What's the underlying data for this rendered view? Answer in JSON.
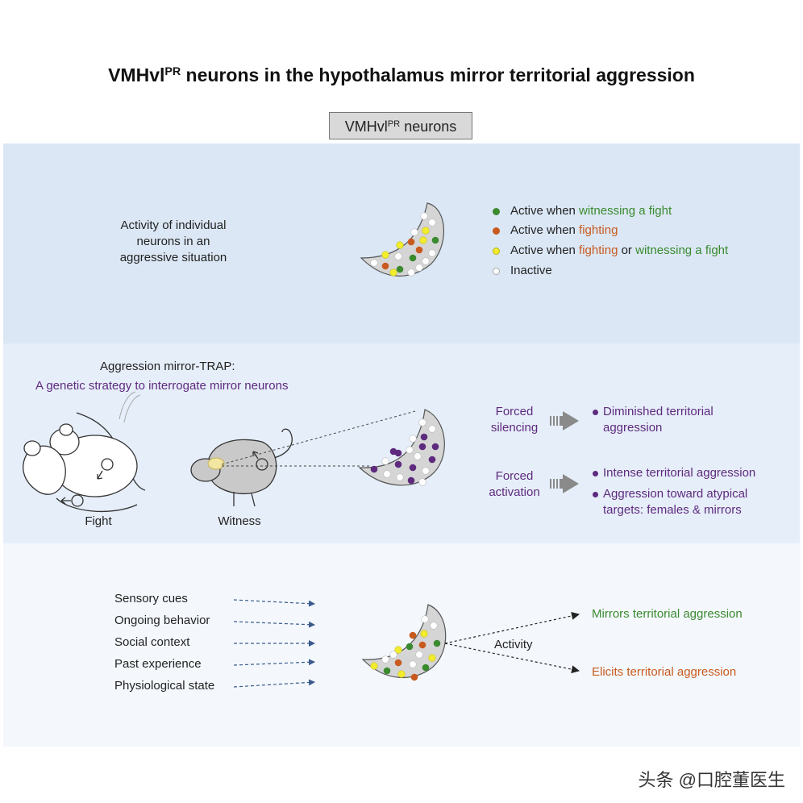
{
  "title": {
    "main": "VMHvl",
    "sup": "PR",
    "rest": " neurons in the hypothalamus mirror territorial aggression"
  },
  "header_box": {
    "main": "VMHvl",
    "sup": "PR",
    "rest": " neurons"
  },
  "panel1": {
    "description": [
      "Activity of individual",
      "neurons in an",
      "aggressive situation"
    ],
    "legend": {
      "green_prefix": "Active when ",
      "green_highlight": "witnessing a fight",
      "orange_prefix": "Active when ",
      "orange_highlight": "fighting",
      "yellow_prefix": "Active when ",
      "yellow_highlight_1": "fighting",
      "yellow_or": " or ",
      "yellow_highlight_2": "witnessing a fight",
      "inactive": "Inactive"
    }
  },
  "panel2": {
    "heading": "Aggression mirror-TRAP:",
    "subheading": "A genetic strategy to interrogate mirror neurons",
    "fight_label": "Fight",
    "witness_label": "Witness",
    "silencing_label": [
      "Forced",
      "silencing"
    ],
    "silencing_outcome": [
      "Diminished territorial",
      "aggression"
    ],
    "activation_label": [
      "Forced",
      "activation"
    ],
    "activation_outcome_1": "Intense territorial aggression",
    "activation_outcome_2": [
      "Aggression toward atypical",
      "targets: females & mirrors"
    ]
  },
  "panel3": {
    "inputs": [
      "Sensory cues",
      "Ongoing behavior",
      "Social context",
      "Past experience",
      "Physiological state"
    ],
    "activity_label": "Activity",
    "output_mirrors": "Mirrors territorial aggression",
    "output_elicits": "Elicits territorial aggression"
  },
  "watermark": "头条 @口腔董医生",
  "colors": {
    "green": "#3a8a2e",
    "orange": "#c85a1e",
    "yellow": "#f2ec2e",
    "white": "#ffffff",
    "purple": "#5e2a7e",
    "arrow_blue": "#3b5a8c",
    "gray_arrow": "#8a8a8a"
  }
}
